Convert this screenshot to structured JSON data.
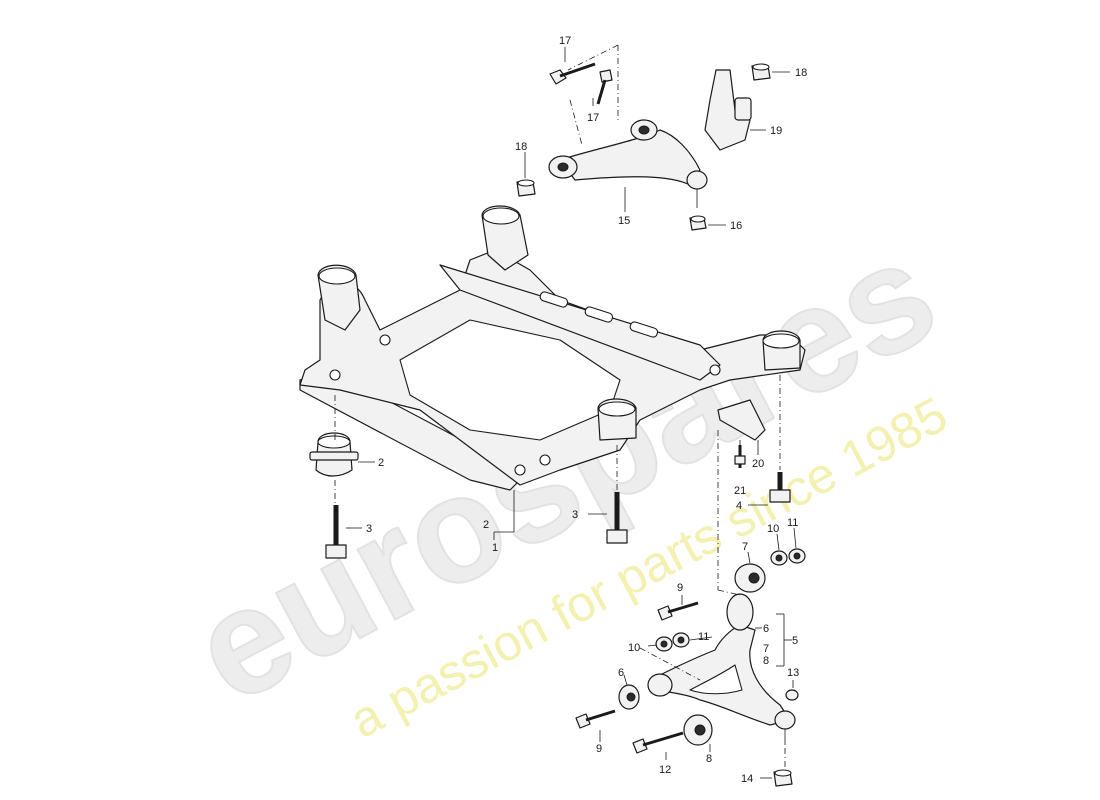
{
  "watermark": {
    "brand": "eurospares",
    "tagline": "a passion for parts since 1985"
  },
  "callouts": {
    "c1": "1",
    "c2a": "2",
    "c2b": "2",
    "c3a": "3",
    "c3b": "3",
    "c4": "4",
    "c5": "5",
    "c6a": "6",
    "c6b": "6",
    "c7a": "7",
    "c7b": "7",
    "c8a": "8",
    "c8b": "8",
    "c9a": "9",
    "c9b": "9",
    "c10a": "10",
    "c10b": "10",
    "c11a": "11",
    "c11b": "11",
    "c12": "12",
    "c13": "13",
    "c14": "14",
    "c15": "15",
    "c16": "16",
    "c17a": "17",
    "c17b": "17",
    "c18a": "18",
    "c18b": "18",
    "c19": "19",
    "c20": "20",
    "c21": "21"
  }
}
